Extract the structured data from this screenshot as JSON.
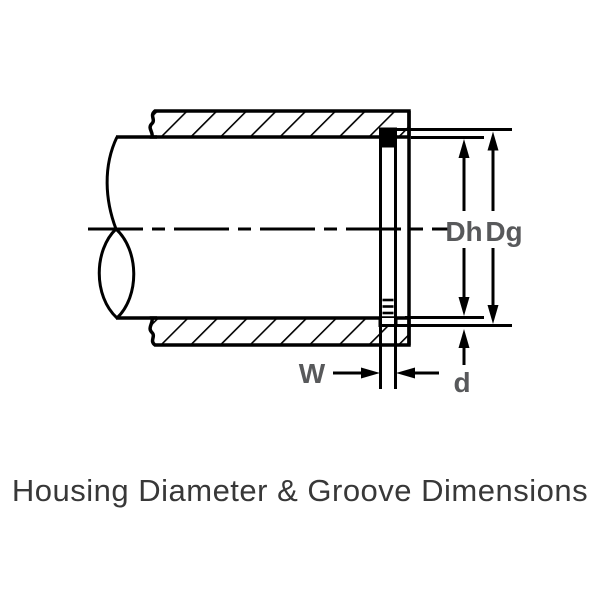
{
  "title": {
    "caption": "Housing Diameter & Groove Dimensions"
  },
  "dimensions": {
    "housing_diameter_label": "Dh",
    "groove_diameter_label": "Dg",
    "ring_width_label": "W",
    "groove_depth_label": "d"
  },
  "colors": {
    "line": "#000000",
    "dimension_label": "#58595b",
    "caption_text": "#383838",
    "background": "#ffffff"
  }
}
